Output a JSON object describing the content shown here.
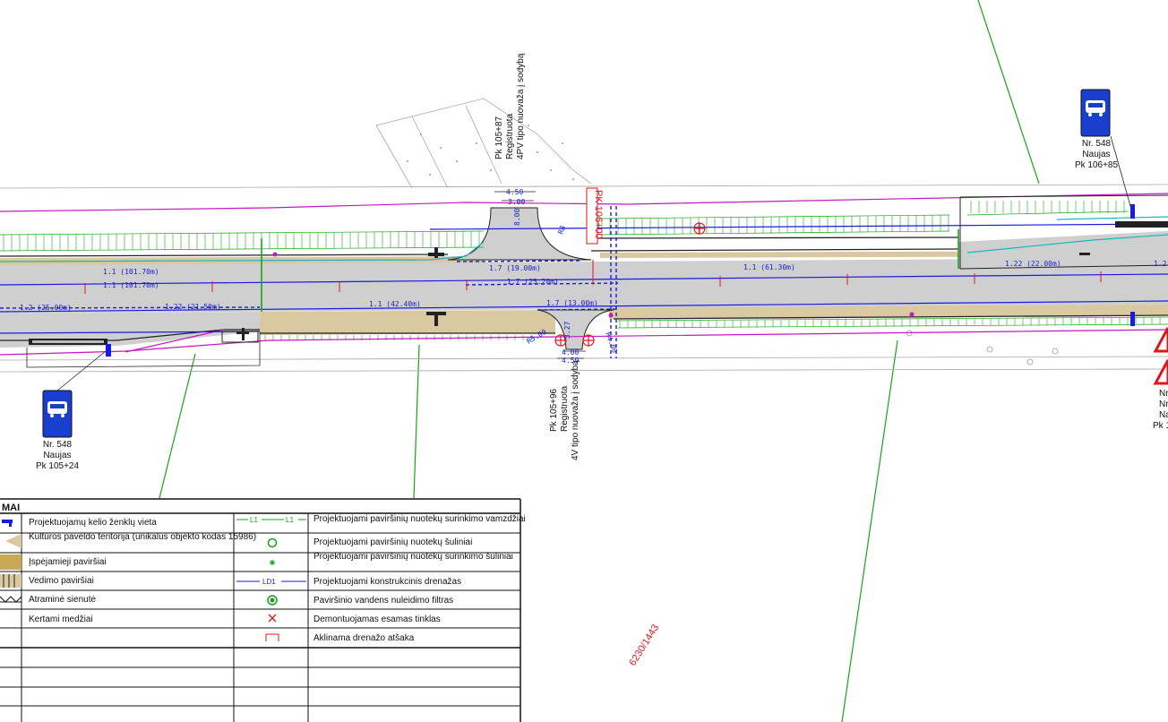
{
  "stop_left": {
    "nr": "Nr. 548",
    "status": "Naujas",
    "pk": "Pk 105+24"
  },
  "stop_right": {
    "nr": "Nr. 548",
    "status": "Naujas",
    "pk": "Pk 106+85"
  },
  "stop_far_right": {
    "l1": "Nr",
    "l2": "Nr",
    "l3": "Na",
    "l4": "Pk 1"
  },
  "driveway_top": {
    "pk": "Pk 105+87",
    "l2": "Registruota",
    "l3": "4PV tipo nuovaža į sodybą"
  },
  "driveway_bottom": {
    "pk": "Pk 105+96",
    "l2": "Registruota",
    "l3": "4V tipo nuovaža į sodybą"
  },
  "picket_label": "PK 106+00",
  "parcel_label": "6230/1443",
  "dims": {
    "top_w1": "4.50",
    "top_w2": "3.00",
    "top_len": "8.00",
    "top_r": "R8",
    "bot_w1": "4.00",
    "bot_w2": "4.50",
    "bot_len": "3.27",
    "bot_r1": "R5.00",
    "bot_r2": "R4.00"
  },
  "markings": {
    "m1": "1.1 (101.70m)",
    "m2": "1.1 (101.70m)",
    "m3": "1.7 (19.00m)",
    "m4": "1.1 (61.30m)",
    "m5": "1.7 (25.20m)",
    "m6": "1.22 (22.00m)",
    "m7": "1.2",
    "m8": "1.2 (25.00m)",
    "m9": "1.22 (21.50m)",
    "m10": "1.1 (42.40m)",
    "m11": "1.7 (13.00m)"
  },
  "legend": {
    "title": "MAI",
    "left_items": [
      "Projektuojamų kelio ženklų vieta",
      "Kultūros paveldo teritorija (unikalus objekto kodas 15986)",
      "Įspėjamieji paviršiai",
      "Vedimo paviršiai",
      "Atraminė sienutė",
      "Kertami medžiai"
    ],
    "right_items": [
      "Projektuojami paviršinių nuotekų surinkimo vamzdžiai",
      "Projektuojami paviršinių nuotekų šuliniai",
      "Projektuojami paviršinių nuotekų surinkimo šuliniai",
      "Projektuojami konstrukcinis drenažas",
      "Paviršinio vandens nuleidimo filtras",
      "Demontuojamas esamas tinklas",
      "Aklinama drenažo atšaka"
    ],
    "sym_pipe": "L1",
    "sym_drain": "LD1"
  },
  "colors": {
    "road": "#cfcfcf",
    "magenta": "#c21ac2",
    "green": "#1aa31a",
    "blue": "#1a1ae0",
    "cyan": "#19b5c4",
    "red": "#e0161b",
    "verge": "#d9c8a0"
  }
}
